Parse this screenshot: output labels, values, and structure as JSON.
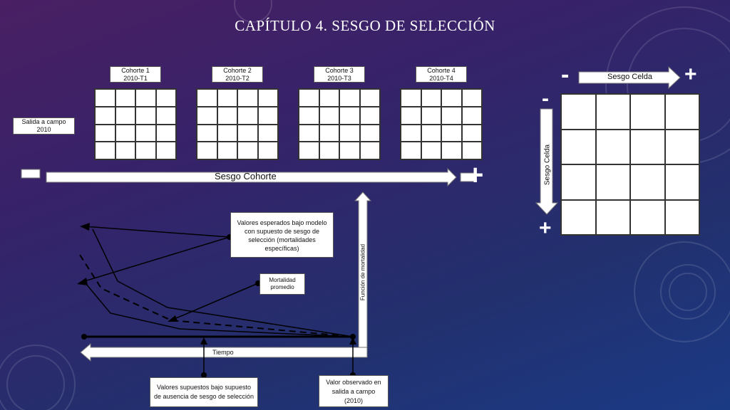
{
  "title": "CAPÍTULO 4. SESGO DE SELECCIÓN",
  "cohorts": [
    {
      "name": "Cohorte 1",
      "period": "2010-T1"
    },
    {
      "name": "Cohorte 2",
      "period": "2010-T2"
    },
    {
      "name": "Cohorte 3",
      "period": "2010-T3"
    },
    {
      "name": "Cohorte 4",
      "period": "2010-T4"
    }
  ],
  "field_exit": {
    "line1": "Salida a campo",
    "line2": "2010"
  },
  "cohort_bias": {
    "label": "Sesgo Cohorte",
    "minus": "-",
    "plus": "+"
  },
  "cell_bias": {
    "horizontal_label": "Sesgo Celda",
    "vertical_label": "Sesgo Celda",
    "minus": "-",
    "plus": "+"
  },
  "chart": {
    "y_axis_label": "Función de mortalidad",
    "x_axis_label": "Tiempo"
  },
  "callouts": {
    "expected": {
      "l1": "Valores esperados bajo modelo",
      "l2": "con supuesto de sesgo de",
      "l3": "selección (mortalidades",
      "l4": "específicas)"
    },
    "average": {
      "l1": "Mortalidad",
      "l2": "promedio"
    },
    "assumed": {
      "l1": "Valores supuestos bajo supuesto",
      "l2": "de ausencia de sesgo de selección"
    },
    "observed": {
      "l1": "Valor observado en",
      "l2": "salida a campo",
      "l3": "(2010)"
    }
  }
}
